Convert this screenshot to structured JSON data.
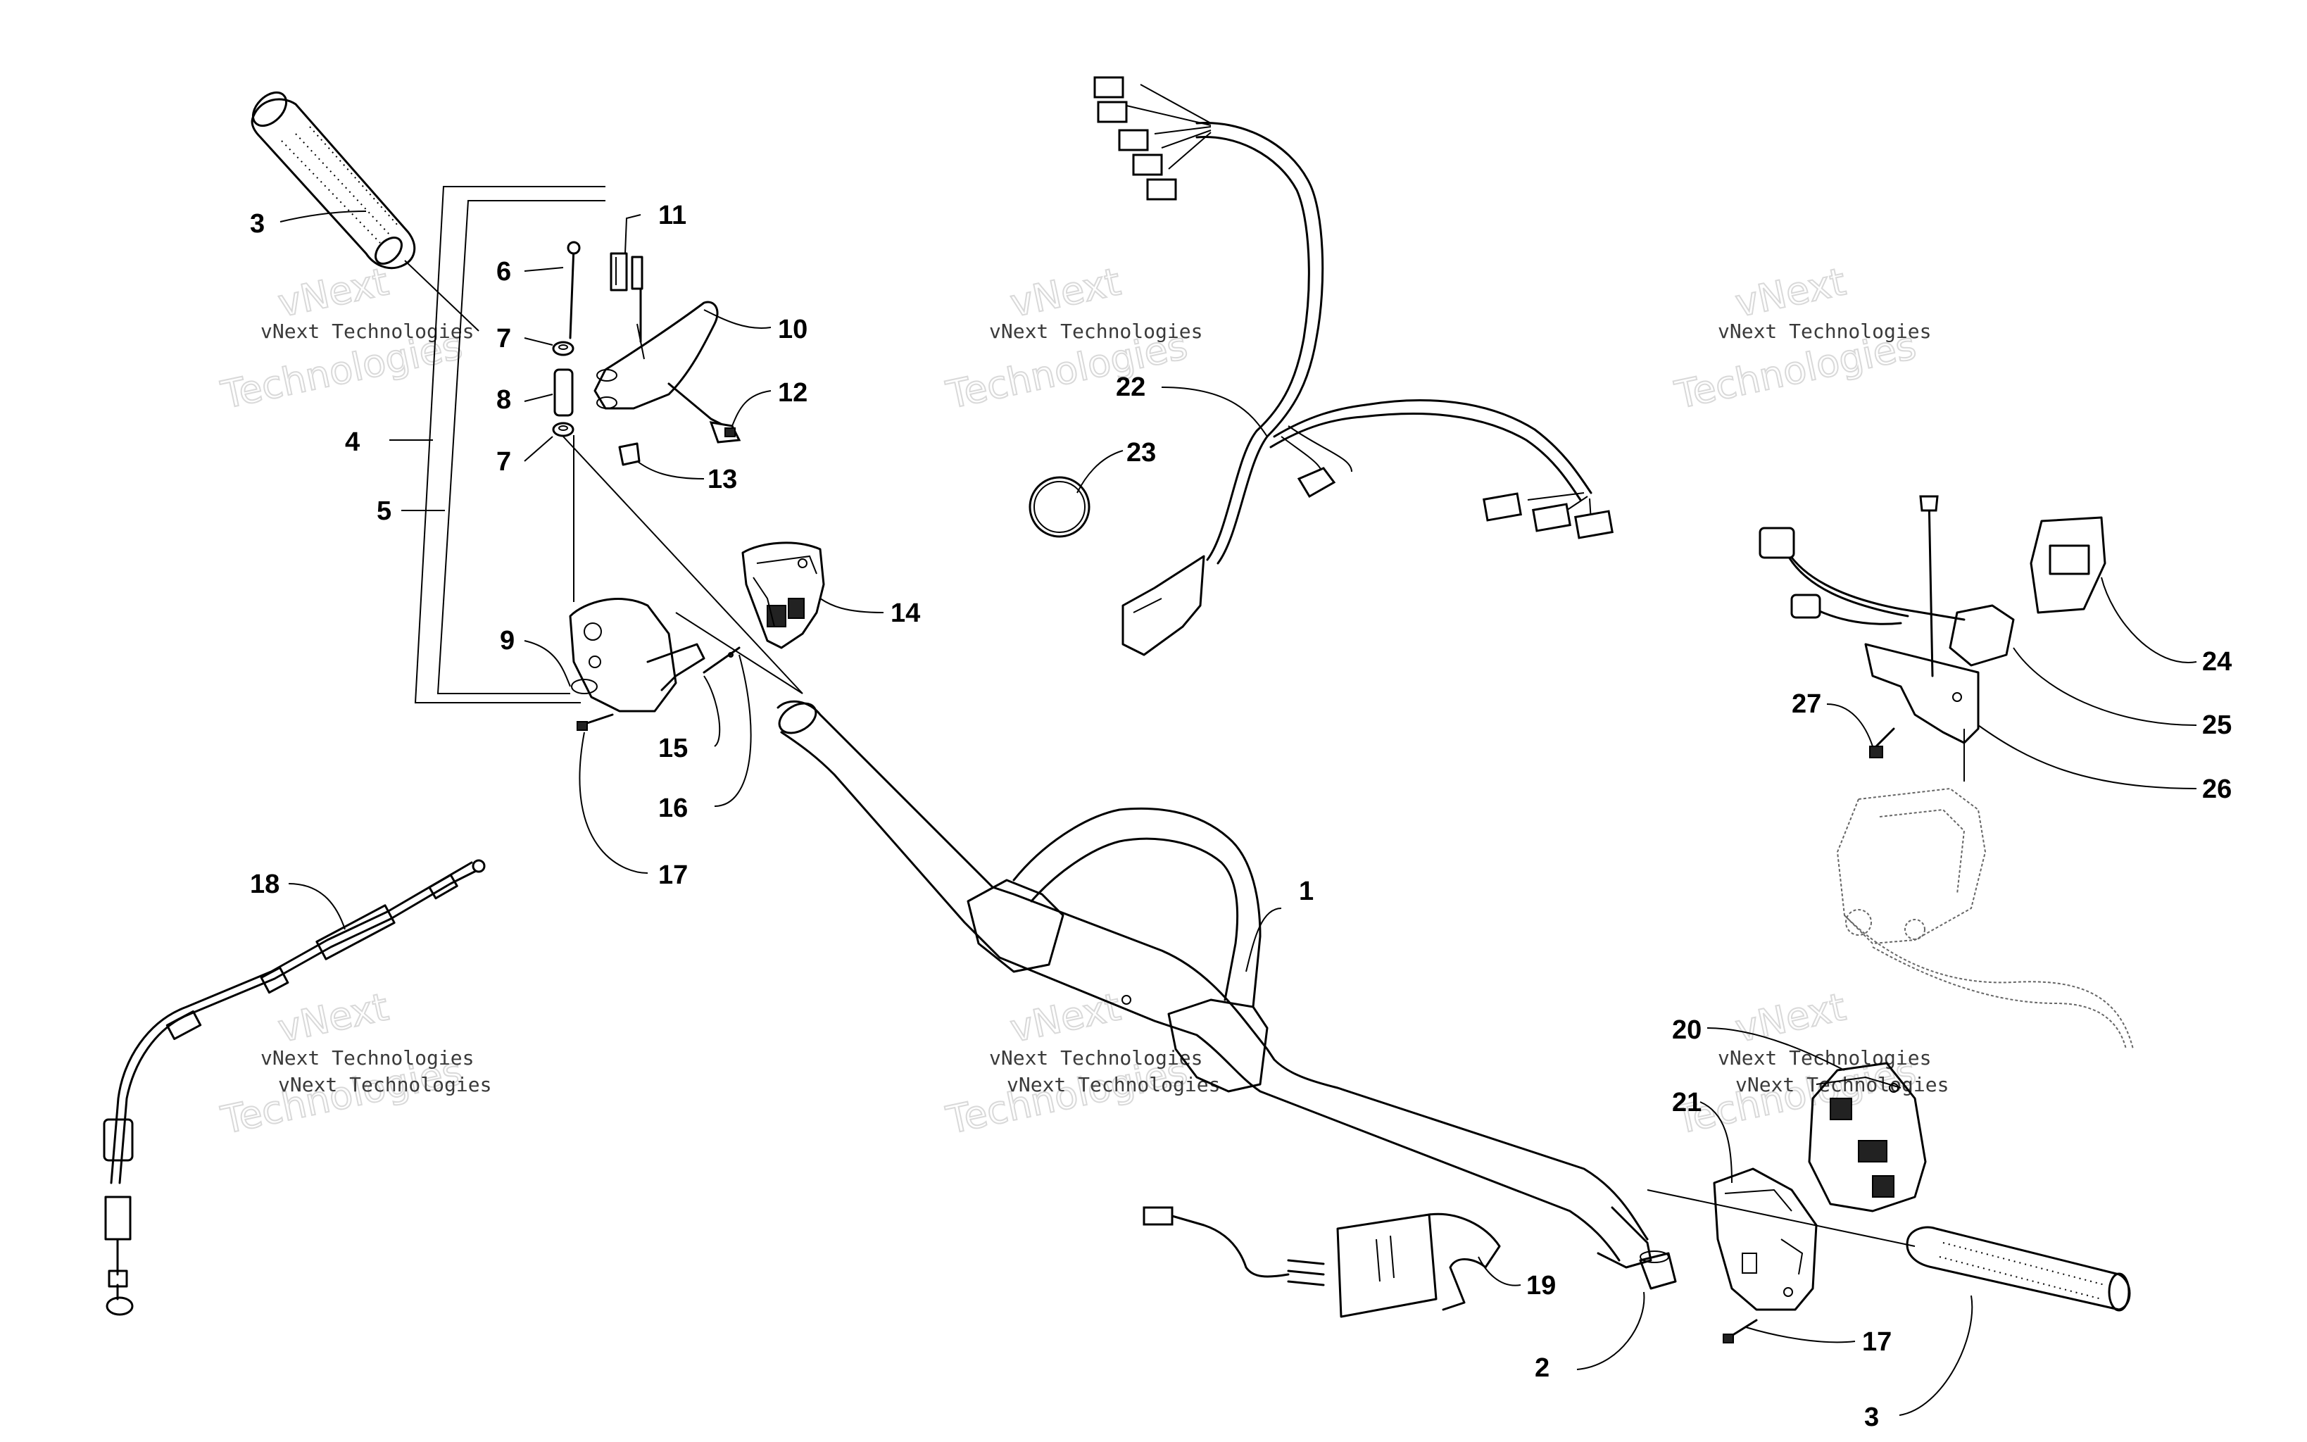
{
  "callouts": [
    "1",
    "2",
    "3",
    "4",
    "5",
    "6",
    "7",
    "8",
    "9",
    "10",
    "11",
    "12",
    "13",
    "14",
    "15",
    "16",
    "17",
    "18",
    "19",
    "20",
    "21",
    "22",
    "23",
    "24",
    "25",
    "26",
    "27"
  ],
  "watermark": {
    "line1": "vNext Technologies",
    "line2": "Technologies",
    "line0": "vNext"
  }
}
